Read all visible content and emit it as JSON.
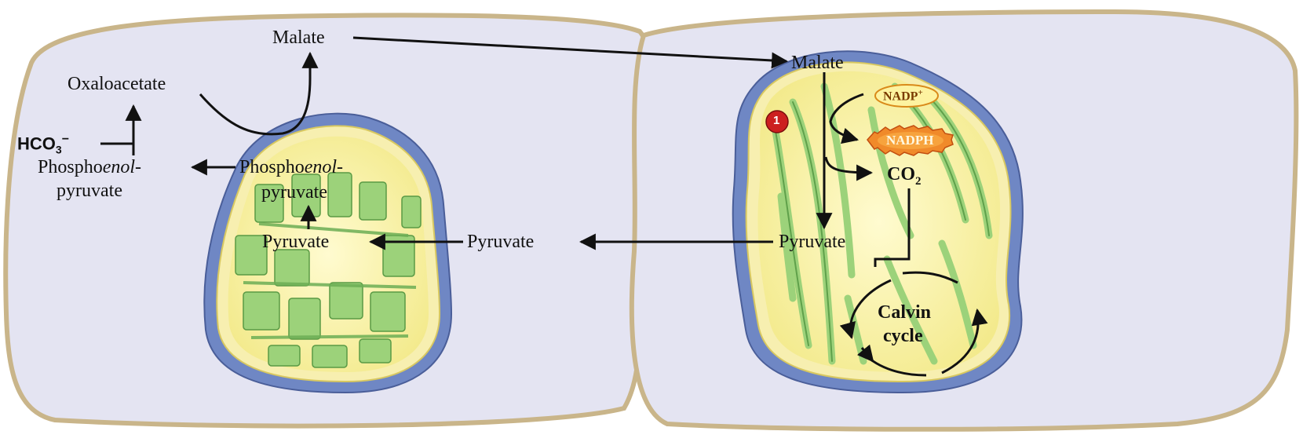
{
  "labels": {
    "malate_mesophyll": "Malate",
    "oxaloacetate": "Oxaloacetate",
    "hco3_base": "HCO",
    "hco3_sub": "3",
    "hco3_sup": "−",
    "pep_outer_line1_a": "Phospho",
    "pep_outer_line1_b": "enol",
    "pep_outer_line1_c": "-",
    "pep_outer_line2": "pyruvate",
    "pep_chloro_line1_a": "Phospho",
    "pep_chloro_line1_b": "enol",
    "pep_chloro_line1_c": "-",
    "pep_chloro_line2": "pyruvate",
    "pyruvate_chloro_meso": "Pyruvate",
    "pyruvate_between": "Pyruvate",
    "malate_bundle": "Malate",
    "nadp": "NADP",
    "nadp_sup": "+",
    "nadph": "NADPH",
    "co2_base": "CO",
    "co2_sub": "2",
    "pyruvate_bundle": "Pyruvate",
    "calvin_line1": "Calvin",
    "calvin_line2": "cycle",
    "step_badge": "1"
  },
  "colors": {
    "cell_fill": "#e4e4f2",
    "cell_wall": "#c9b58a",
    "envelope_blue": "#6f87c4",
    "stroma_yellow": "#fbf6b0",
    "thylakoid_green": "#9cd27a",
    "badge_red": "#cc1f1f",
    "nadph_orange": "#f08a2a"
  }
}
